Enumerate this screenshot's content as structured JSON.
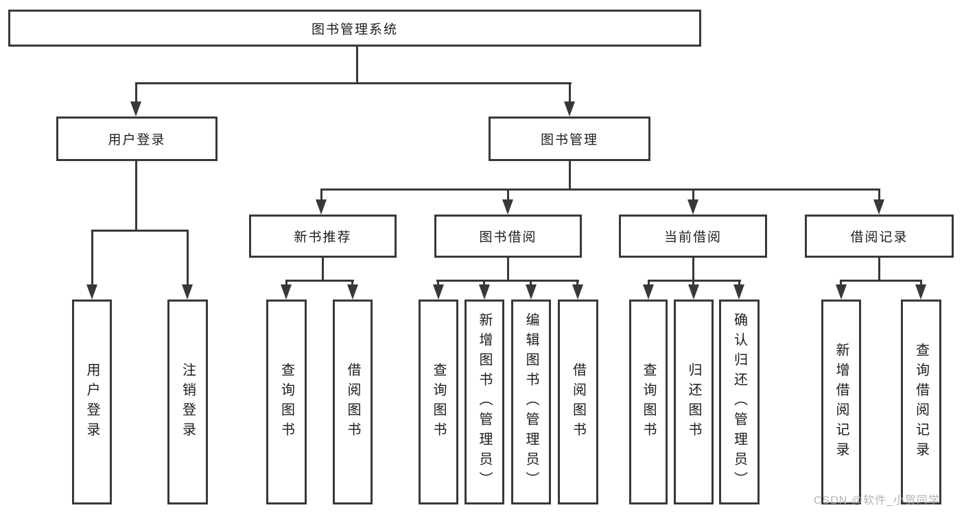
{
  "tree": {
    "root": {
      "label": "图书管理系统"
    },
    "branches": [
      {
        "label": "用户登录",
        "leaves": [
          {
            "label": "用户登录"
          },
          {
            "label": "注销登录"
          }
        ]
      },
      {
        "label": "图书管理",
        "children": [
          {
            "label": "新书推荐",
            "leaves": [
              {
                "label": "查询图书"
              },
              {
                "label": "借阅图书"
              }
            ]
          },
          {
            "label": "图书借阅",
            "leaves": [
              {
                "label": "查询图书"
              },
              {
                "label": "新增图书（管理员）"
              },
              {
                "label": "编辑图书（管理员）"
              },
              {
                "label": "借阅图书"
              }
            ]
          },
          {
            "label": "当前借阅",
            "leaves": [
              {
                "label": "查询图书"
              },
              {
                "label": "归还图书"
              },
              {
                "label": "确认归还（管理员）"
              }
            ]
          },
          {
            "label": "借阅记录",
            "leaves": [
              {
                "label": "新增借阅记录"
              },
              {
                "label": "查询借阅记录"
              }
            ]
          }
        ]
      }
    ]
  },
  "watermark": {
    "text": "CSDN @软件_小贺同学"
  },
  "colors": {
    "line": "#383838",
    "text": "#1c1c1c",
    "watermark_text": "#ababab",
    "background": "#ffffff"
  }
}
